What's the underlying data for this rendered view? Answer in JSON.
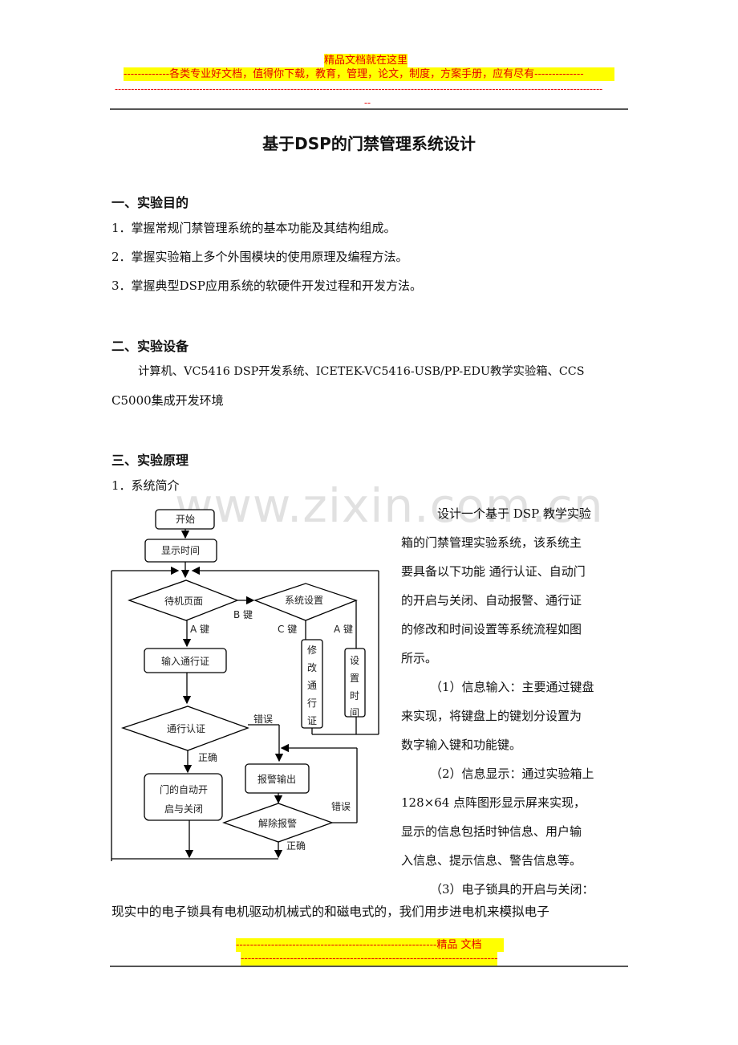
{
  "header": {
    "banner_title": "精品文档就在这里",
    "banner_subtitle": "-------------各类专业好文档，值得你下载，教育，管理，论文，制度，方案手册，应有尽有--------------",
    "dash_line": "------------------------------------------------------------------------------------------------------------------------------------------------------",
    "dash_tail": "--"
  },
  "document": {
    "title": "基于DSP的门禁管理系统设计",
    "section1": {
      "heading": "一、实验目的",
      "items": [
        "1．掌握常规门禁管理系统的基本功能及其结构组成。",
        "2．掌握实验箱上多个外围模块的使用原理及编程方法。",
        "3．掌握典型DSP应用系统的软硬件开发过程和开发方法。"
      ]
    },
    "section2": {
      "heading": "二、实验设备",
      "line1": "计算机、VC5416 DSP开发系统、ICETEK-VC5416-USB/PP-EDU教学实验箱、CCS",
      "line2": "C5000集成开发环境"
    },
    "section3": {
      "heading": "三、实验原理",
      "subheading": "1．系统简介",
      "right_text_lines": [
        "设计一个基于 DSP 教学实验",
        "箱的门禁管理实验系统，该系统主",
        "要具备以下功能 通行认证、自动门",
        "的开启与关闭、自动报警、通行证",
        "的修改和时间设置等系统流程如图",
        "所示。",
        "（1）信息输入：主要通过键盘",
        "来实现，将键盘上的键划分设置为",
        "数字输入键和功能键。",
        "（2）信息显示：通过实验箱上",
        "128×64 点阵图形显示屏来实现，",
        "显示的信息包括时钟信息、用户输",
        "入信息、提示信息、警告信息等。",
        "（3）电子锁具的开启与关闭："
      ],
      "full_line": "现实中的电子锁具有电机驱动机械式的和磁电式的，我们用步进电机来模拟电子"
    }
  },
  "flowchart": {
    "start": "开始",
    "show_time": "显示时间",
    "standby": "待机页面",
    "system_settings": "系统设置",
    "b_key": "B 键",
    "a_key_left": "A 键",
    "c_key": "C 键",
    "a_key_right": "A 键",
    "input_pass": "输入通行证",
    "modify_pass": [
      "修",
      "改",
      "通",
      "行",
      "证"
    ],
    "set_time": [
      "设",
      "置",
      "时",
      "间"
    ],
    "verify": "通行认证",
    "error1": "错误",
    "correct1": "正确",
    "door": [
      "门的自动开",
      "启与关闭"
    ],
    "alarm_out": "报警输出",
    "clear_alarm": "解除报警",
    "error2": "错误",
    "correct2": "正确"
  },
  "watermark": "www.zixin.com.cn",
  "footer": {
    "line1": "---------------------------------------------------------精品  文档",
    "line2": "---------------------------------------------------------------------------"
  }
}
